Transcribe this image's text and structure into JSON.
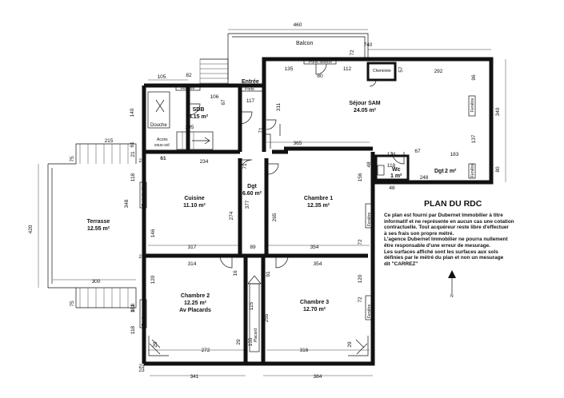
{
  "title": "PLAN DU RDC",
  "notes": [
    "Ce plan est fourni par Dubernet Immobilier à titre",
    "informatif et ne représente en aucun cas une cotation",
    "contractuelle. Tout acquéreur reste libre d'effectuer",
    "à ses frais son propre métré.",
    "L'agence  Dubernet Immobilier ne pourra nullement",
    "être responsable d'une erreur de mesurage.",
    "Les surfaces affiché sont les surfaces aux sols",
    "définies par le métré du plan et non un mesurage",
    "dit \"CARREZ\""
  ],
  "rooms": {
    "sejour": {
      "name": "Séjour SAM",
      "area": "24.05 m²"
    },
    "sdb": {
      "name": "SDB",
      "area": "4.15 m²"
    },
    "cuisine": {
      "name": "Cuisine",
      "area": "11.10 m²"
    },
    "dgt1": {
      "name": "Dgt",
      "area": "6.60 m²"
    },
    "chambre1": {
      "name": "Chambre 1",
      "area": "12.35 m²"
    },
    "chambre2": {
      "name": "Chambre 2",
      "area": "12.25 m²",
      "extra": "Av Placards"
    },
    "chambre3": {
      "name": "Chambre 3",
      "area": "12.70 m²"
    },
    "dgt2": {
      "name": "Dgt",
      "area": "2 m²"
    },
    "wc": {
      "name": "Wc",
      "area": "1 m²"
    },
    "terrasse": {
      "name": "Terrasse",
      "area": "12.55 m²"
    }
  },
  "labels": {
    "balcon": "Balcon",
    "entree": "Entrée",
    "douche": "Douche",
    "acces1": "Accès",
    "acces2": "sous-sol",
    "cheminee": "Cheminée",
    "fenetre": "Fenêtre",
    "porte": "Porte",
    "porte_fenetre": "Porte fenêtre",
    "placard": "Placard",
    "north": "N"
  },
  "dims": [
    "460",
    "740",
    "72",
    "135",
    "80",
    "112",
    "57",
    "292",
    "96",
    "105",
    "82",
    "106",
    "67",
    "117",
    "311",
    "71",
    "340",
    "140",
    "61",
    "295",
    "80",
    "365",
    "137",
    "215",
    "124",
    "67",
    "183",
    "75",
    "21",
    "61",
    "234",
    "71",
    "48",
    "118",
    "80",
    "248",
    "48",
    "156",
    "348",
    "377",
    "265",
    "274",
    "146",
    "420",
    "317",
    "89",
    "354",
    "72",
    "314",
    "16",
    "91",
    "354",
    "120",
    "300",
    "75",
    "161",
    "118",
    "115",
    "155",
    "255",
    "72",
    "120",
    "29",
    "272",
    "29",
    "316",
    "29",
    "341",
    "384",
    "23",
    "23",
    "23",
    "118",
    "61",
    "23",
    "118"
  ]
}
